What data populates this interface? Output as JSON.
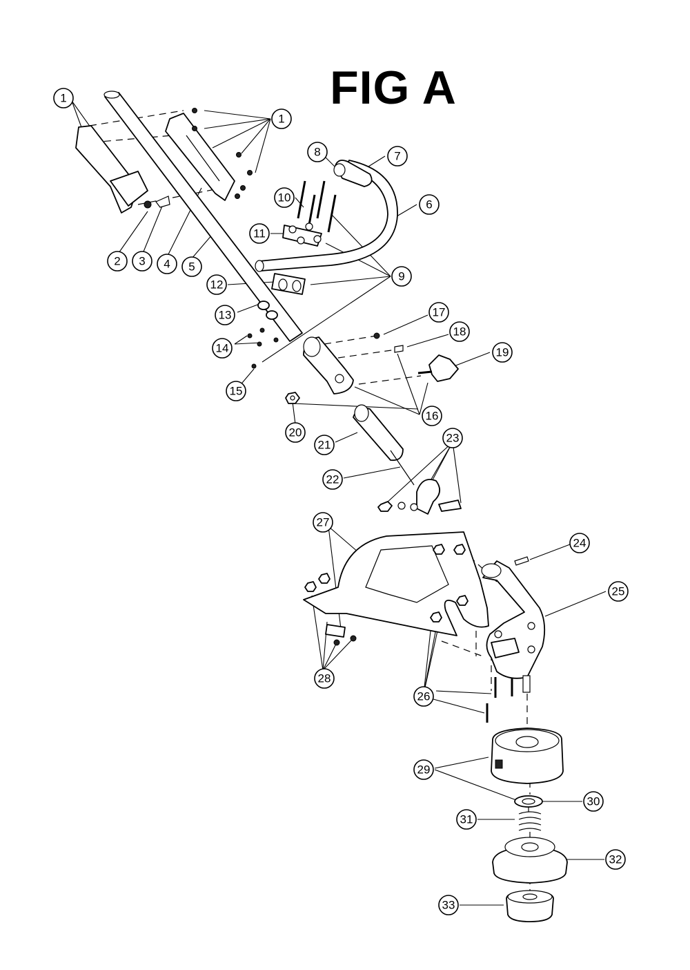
{
  "title": "FIG A",
  "callouts": [
    "1",
    "1",
    "2",
    "3",
    "4",
    "5",
    "6",
    "7",
    "8",
    "9",
    "10",
    "11",
    "12",
    "13",
    "14",
    "15",
    "16",
    "17",
    "18",
    "19",
    "20",
    "21",
    "22",
    "23",
    "24",
    "25",
    "26",
    "27",
    "28",
    "29",
    "30",
    "31",
    "32",
    "33"
  ]
}
